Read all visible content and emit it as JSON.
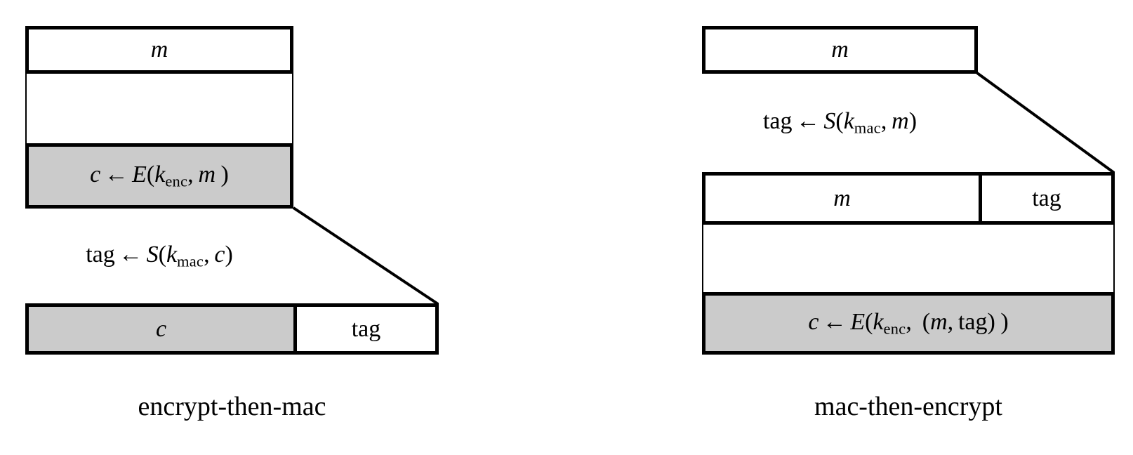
{
  "figure": {
    "background_color": "#ffffff",
    "stroke_color": "#000000",
    "shaded_fill": "#cbcbcb"
  },
  "diagrams": [
    {
      "id": "encrypt-then-mac",
      "caption": "encrypt-then-mac",
      "rows": [
        {
          "id": "plaintext",
          "text": "m",
          "shaded": false
        },
        {
          "id": "spacer-1",
          "text": "",
          "shaded": false
        },
        {
          "id": "encrypt-step",
          "text": "c ← E(kenc, m )",
          "shaded": true
        },
        {
          "id": "mac-step",
          "text": "tag ← S(kmac, c)",
          "shaded": false
        }
      ],
      "output_bar": {
        "left_cell": {
          "text": "c",
          "shaded": true
        },
        "right_cell": {
          "text": "tag",
          "shaded": false
        }
      },
      "formulas": {
        "encrypt": {
          "lhs": "c",
          "arrow": "←",
          "fn": "E",
          "key": "k",
          "key_sub": "enc",
          "comma": ",",
          "arg": "m",
          "close": ")"
        },
        "mac": {
          "lhs": "tag",
          "arrow": "←",
          "fn": "S",
          "key": "k",
          "key_sub": "mac",
          "comma": ",",
          "arg": "c",
          "close": ")"
        }
      }
    },
    {
      "id": "mac-then-encrypt",
      "caption": "mac-then-encrypt",
      "rows": [
        {
          "id": "plaintext",
          "text": "m",
          "shaded": false
        },
        {
          "id": "mac-step",
          "text": "tag ← S(kmac, m)",
          "shaded": false
        },
        {
          "id": "spacer-1",
          "text": "",
          "shaded": false
        },
        {
          "id": "encrypt-step",
          "text": "c ← E(kenc, (m, tag) )",
          "shaded": true
        }
      ],
      "middle_bar": {
        "left_cell": {
          "text": "m",
          "shaded": false
        },
        "right_cell": {
          "text": "tag",
          "shaded": false
        }
      },
      "formulas": {
        "mac": {
          "lhs": "tag",
          "arrow": "←",
          "fn": "S",
          "key": "k",
          "key_sub": "mac",
          "comma": ",",
          "arg": "m",
          "close": ")"
        },
        "encrypt": {
          "lhs": "c",
          "arrow": "←",
          "fn": "E",
          "key": "k",
          "key_sub": "enc",
          "comma": ",",
          "arg_open": "(",
          "arg_1": "m",
          "arg_comma": ",",
          "arg_2": "tag",
          "arg_close": ")",
          "close": ")"
        }
      }
    }
  ]
}
